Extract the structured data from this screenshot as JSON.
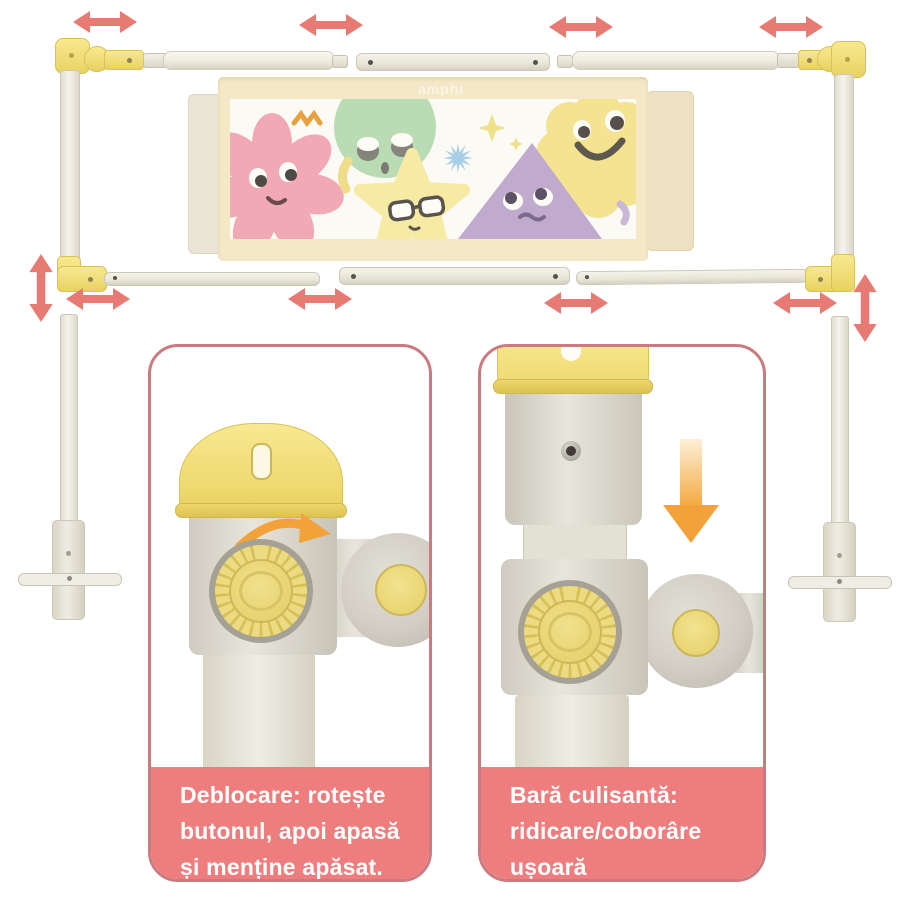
{
  "brand": {
    "watermark": "amphi"
  },
  "captions": {
    "left": {
      "lines": [
        "Deblocare: rotește",
        "butonul, apoi apasă",
        "și menține apăsat."
      ]
    },
    "right": {
      "lines": [
        "Bară culisantă:",
        "ridicare/coborâre",
        "ușoară"
      ]
    }
  },
  "icons": {
    "extend_arrow": "double-headed-resize-arrow",
    "lift_arrow": "vertical-double-headed-arrow",
    "rotate_arrow": "curved-right-arrow",
    "slide_down_arrow": "down-arrow"
  },
  "colors": {
    "arrow": "#e87a74",
    "panel_border": "#cb7b80",
    "caption_bg": "#ee7e7e",
    "caption_text": "#ffffff",
    "accent_yellow": "#f2dd7c",
    "frame_cream": "#efece0",
    "fabric_beige": "#f4e8c6",
    "flower_pink": "#f0a9b5",
    "sun_green": "#badcb4",
    "star_yellow": "#f7eaa4",
    "triangle_purple": "#c0aacd",
    "flower_yellow": "#f4e491",
    "orange_arrow": "#f2a238"
  }
}
